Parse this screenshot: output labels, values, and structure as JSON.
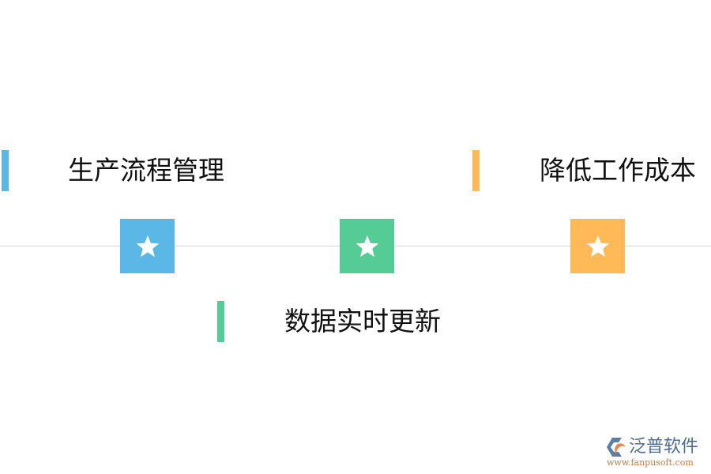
{
  "diagram": {
    "type": "timeline",
    "items": [
      {
        "label": "生产流程管理",
        "color": "#5bb7e5",
        "position": "above",
        "icon": "star-icon"
      },
      {
        "label": "数据实时更新",
        "color": "#55cb95",
        "position": "below",
        "icon": "star-icon"
      },
      {
        "label": "降低工作成本",
        "color": "#ffb957",
        "position": "above",
        "icon": "star-icon"
      }
    ],
    "line_color": "#d6d6d6"
  },
  "watermark": {
    "brand": "泛普软件",
    "url": "www.fanpusoft.com"
  }
}
